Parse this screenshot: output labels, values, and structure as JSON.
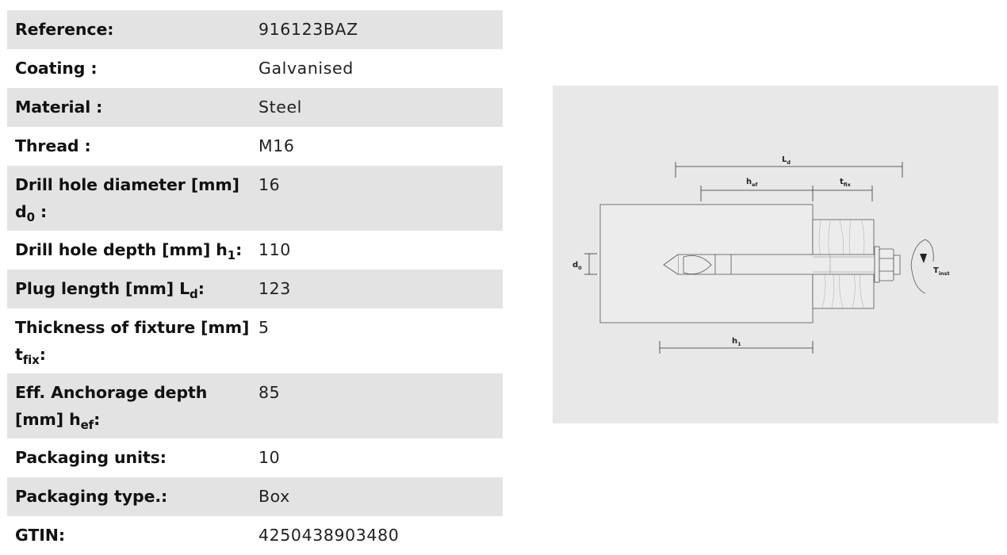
{
  "specs": {
    "reference": {
      "label": "Reference:",
      "value": "916123BAZ"
    },
    "coating": {
      "label": "Coating :",
      "value": "Galvanised"
    },
    "material": {
      "label": "Material :",
      "value": "Steel"
    },
    "thread": {
      "label": "Thread :",
      "value": "M16"
    },
    "drill_diameter": {
      "label": "Drill hole diameter [mm] d",
      "sub": "0",
      "suffix": " :",
      "value": "16"
    },
    "drill_depth": {
      "label": "Drill hole depth [mm] h",
      "sub": "1",
      "suffix": ":",
      "value": "110"
    },
    "plug_length": {
      "label": "Plug length [mm] L",
      "sub": "d",
      "suffix": ":",
      "value": "123"
    },
    "fixture_thickness": {
      "label": "Thickness of fixture [mm] t",
      "sub": "fix",
      "suffix": ":",
      "value": "5"
    },
    "anchorage_depth": {
      "label": "Eff. Anchorage depth [mm] h",
      "sub": "ef",
      "suffix": ":",
      "value": "85"
    },
    "packaging_units": {
      "label": "Packaging units:",
      "value": "10"
    },
    "packaging_type": {
      "label": "Packaging type.:",
      "value": "Box"
    },
    "gtin": {
      "label": "GTIN:",
      "value": "4250438903480"
    }
  },
  "drawing": {
    "ld": {
      "main": "L",
      "sub": "d"
    },
    "hef": {
      "main": "h",
      "sub": "ef"
    },
    "tfix": {
      "main": "t",
      "sub": "fix"
    },
    "d0": {
      "main": "d",
      "sub": "0"
    },
    "h1": {
      "main": "h",
      "sub": "1"
    },
    "tinst": {
      "main": "T",
      "sub": "inst"
    }
  }
}
